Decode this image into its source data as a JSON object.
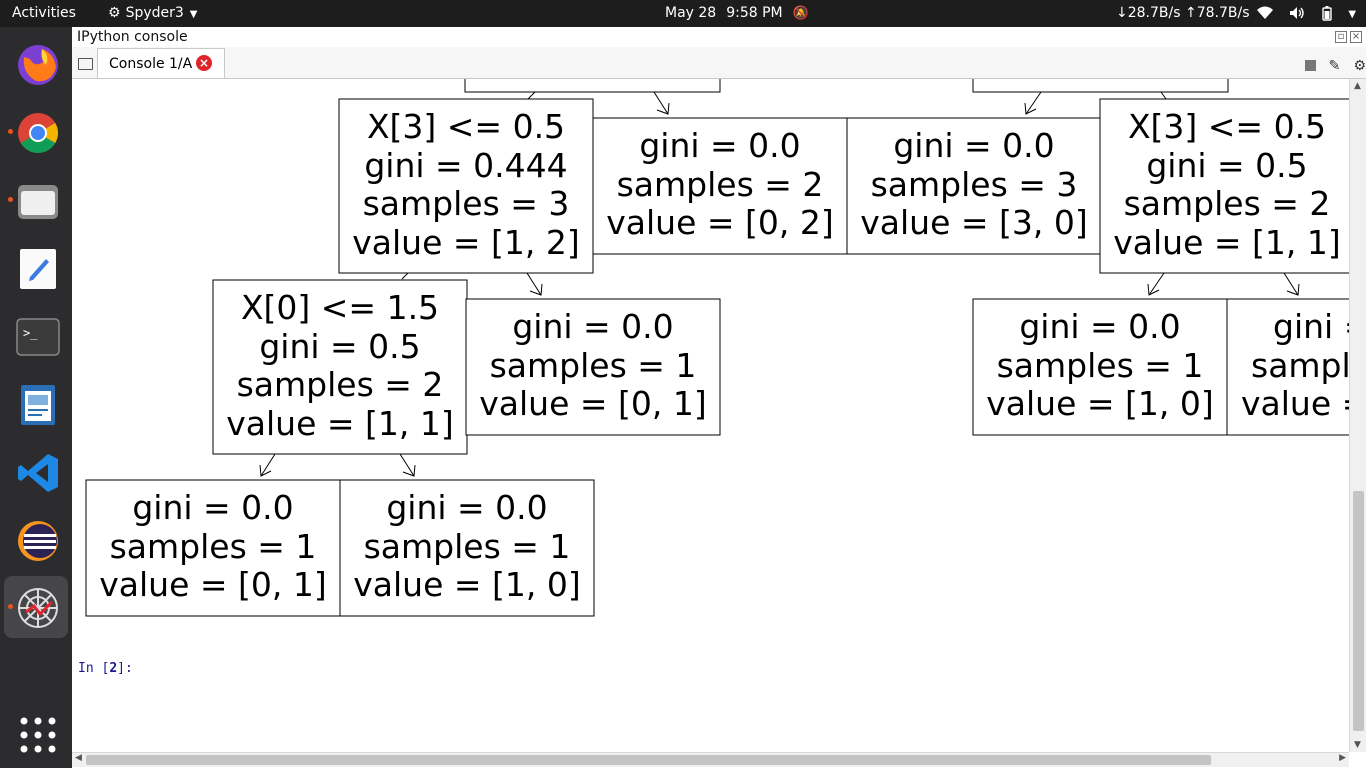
{
  "topbar": {
    "activities": "Activities",
    "app_name": "Spyder3",
    "date": "May 28",
    "time": "9:58 PM",
    "net_down": "↓28.7B/s",
    "net_up": "↑78.7B/s"
  },
  "dock": {
    "items": [
      "firefox",
      "chrome",
      "files",
      "text-editor",
      "terminal",
      "libreoffice-writer",
      "vscode",
      "eclipse",
      "spyder"
    ]
  },
  "pane": {
    "title": "IPython console",
    "tab_label": "Console 1/A"
  },
  "console": {
    "prompt_prefix": "In [",
    "prompt_num": "2",
    "prompt_suffix": "]:"
  },
  "tree": {
    "nodes": [
      {
        "lines": [
          "X[3] <= 0.5",
          "gini = 0.444",
          "samples = 3",
          "value = [1, 2]"
        ]
      },
      {
        "lines": [
          "gini = 0.0",
          "samples = 2",
          "value = [0, 2]"
        ]
      },
      {
        "lines": [
          "gini = 0.0",
          "samples = 3",
          "value = [3, 0]"
        ]
      },
      {
        "lines": [
          "X[3] <= 0.5",
          "gini = 0.5",
          "samples = 2",
          "value = [1, 1]"
        ]
      },
      {
        "lines": [
          "X[0] <= 1.5",
          "gini = 0.5",
          "samples = 2",
          "value = [1, 1]"
        ]
      },
      {
        "lines": [
          "gini = 0.0",
          "samples = 1",
          "value = [0, 1]"
        ]
      },
      {
        "lines": [
          "gini = 0.0",
          "samples = 1",
          "value = [1, 0]"
        ]
      },
      {
        "lines": [
          "gini = ",
          "sampl",
          "value = "
        ]
      },
      {
        "lines": [
          "gini = 0.0",
          "samples = 1",
          "value = [0, 1]"
        ]
      },
      {
        "lines": [
          "gini = 0.0",
          "samples = 1",
          "value = [1, 0]"
        ]
      }
    ]
  }
}
